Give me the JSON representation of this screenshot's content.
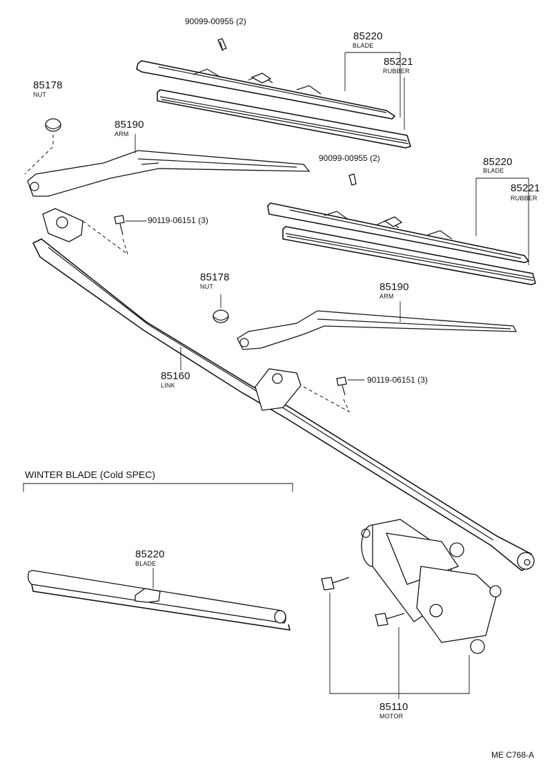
{
  "labels": {
    "screw_top": "90099-00955 (2)",
    "blade1_pn": "85220",
    "blade1_sub": "BLADE",
    "rubber1_pn": "85221",
    "rubber1_sub": "RUBBER",
    "nut1_pn": "85178",
    "nut1_sub": "NUT",
    "arm1_pn": "85190",
    "arm1_sub": "ARM",
    "screw_mid": "90099-00955 (2)",
    "blade2_pn": "85220",
    "blade2_sub": "BLADE",
    "rubber2_pn": "85221",
    "rubber2_sub": "RUBBER",
    "bolt1": "90119-06151 (3)",
    "nut2_pn": "85178",
    "nut2_sub": "NUT",
    "arm2_pn": "85190",
    "arm2_sub": "ARM",
    "link_pn": "85160",
    "link_sub": "LINK",
    "bolt2": "90119-06151 (3)",
    "winter_title": "WINTER BLADE (Cold SPEC)",
    "winter_blade_pn": "85220",
    "winter_blade_sub": "BLADE",
    "motor_pn": "85110",
    "motor_sub": "MOTOR",
    "figure_code": "ME C768-A"
  },
  "icons": [
    "wiper-blade",
    "blade-rubber",
    "wiper-arm",
    "nut",
    "screw",
    "bolt",
    "linkage",
    "pivot",
    "wiper-motor"
  ]
}
